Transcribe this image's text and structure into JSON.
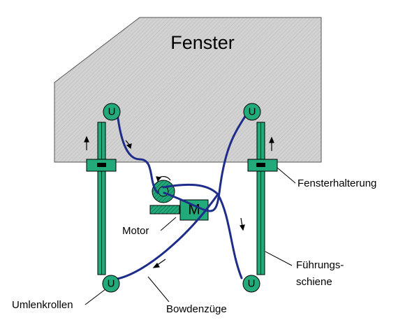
{
  "diagram": {
    "window_label": "Fenster",
    "pulley_symbol": "U",
    "motor_symbol": "M",
    "labels": {
      "window_bracket": "Fensterhalterung",
      "motor": "Motor",
      "guide_rail_line1": "Führungs-",
      "guide_rail_line2": "schiene",
      "pulleys": "Umlenkrollen",
      "cables": "Bowdenzüge"
    },
    "colors": {
      "rail_green": "#22aa7a",
      "cable_blue": "#1f2d8a",
      "window_gray": "#cfcfcf",
      "outline": "#000000"
    },
    "icons": [
      "pulley-icon",
      "motor-icon",
      "arrow-icon",
      "hatched-window"
    ]
  }
}
